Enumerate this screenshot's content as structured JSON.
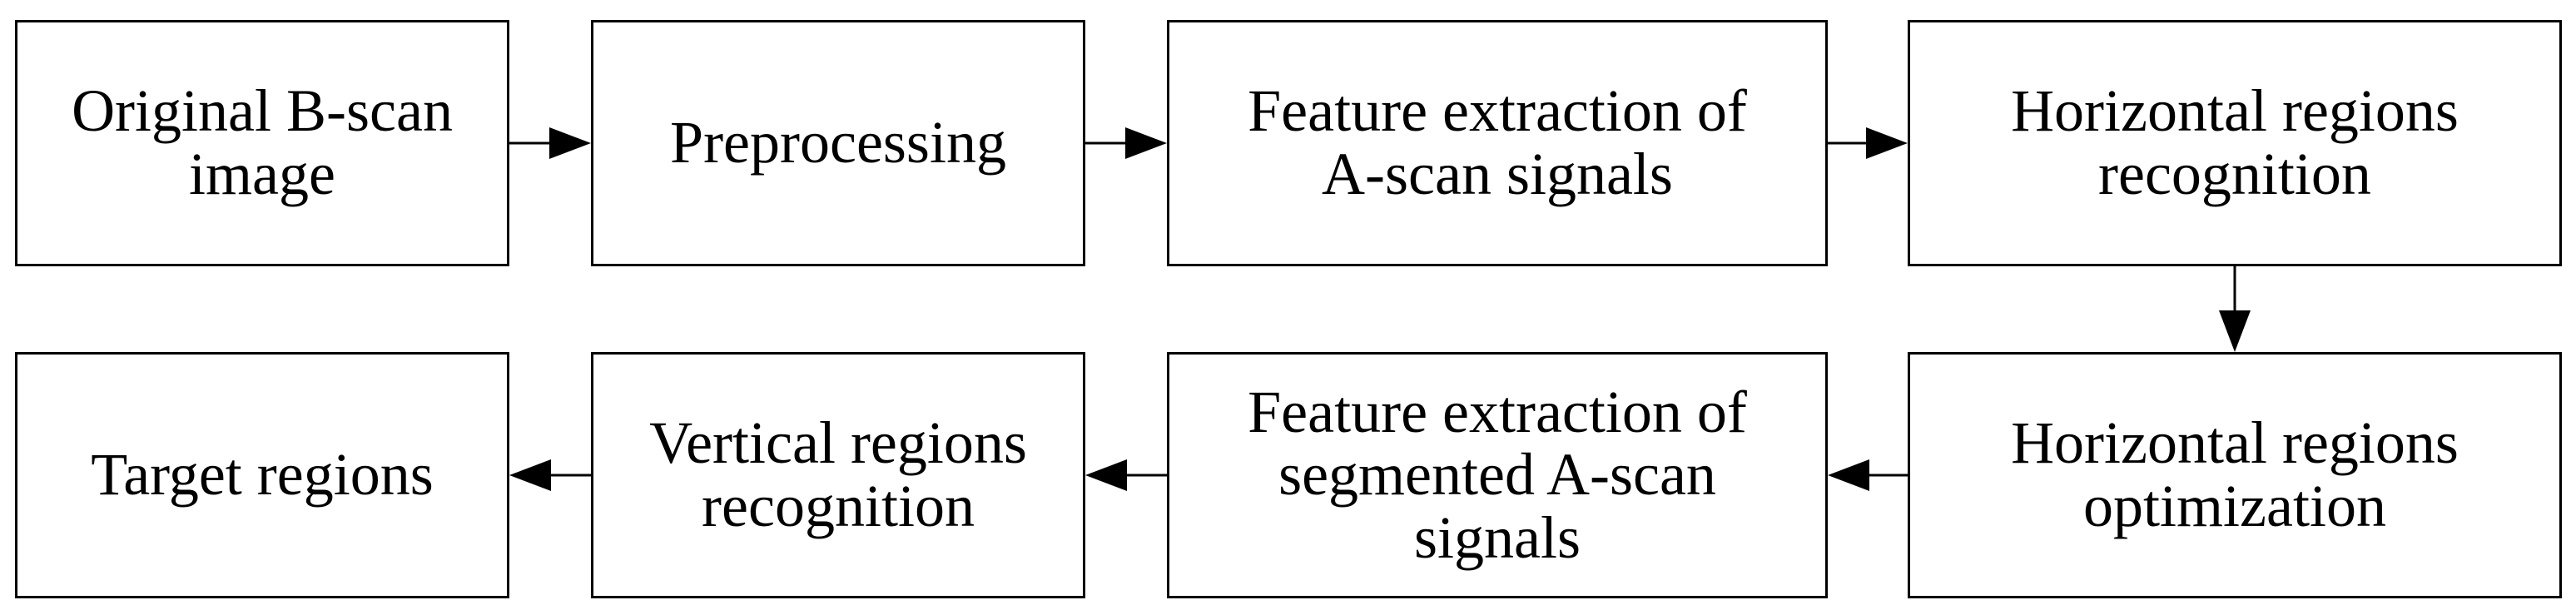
{
  "diagram": {
    "boxes": [
      {
        "id": "original-b-scan-image",
        "label": "Original B-scan\nimage"
      },
      {
        "id": "preprocessing",
        "label": "Preprocessing"
      },
      {
        "id": "feature-extraction-a-scan",
        "label": "Feature extraction of\nA-scan signals"
      },
      {
        "id": "horizontal-regions-recognition",
        "label": "Horizontal regions\nrecognition"
      },
      {
        "id": "horizontal-regions-optimization",
        "label": "Horizontal regions\noptimization"
      },
      {
        "id": "feature-extraction-segmented",
        "label": "Feature extraction of\nsegmented A-scan\nsignals"
      },
      {
        "id": "vertical-regions-recognition",
        "label": "Vertical regions\nrecognition"
      },
      {
        "id": "target-regions",
        "label": "Target regions"
      }
    ],
    "edges": [
      {
        "from": "original-b-scan-image",
        "to": "preprocessing"
      },
      {
        "from": "preprocessing",
        "to": "feature-extraction-a-scan"
      },
      {
        "from": "feature-extraction-a-scan",
        "to": "horizontal-regions-recognition"
      },
      {
        "from": "horizontal-regions-recognition",
        "to": "horizontal-regions-optimization"
      },
      {
        "from": "horizontal-regions-optimization",
        "to": "feature-extraction-segmented"
      },
      {
        "from": "feature-extraction-segmented",
        "to": "vertical-regions-recognition"
      },
      {
        "from": "vertical-regions-recognition",
        "to": "target-regions"
      }
    ]
  }
}
